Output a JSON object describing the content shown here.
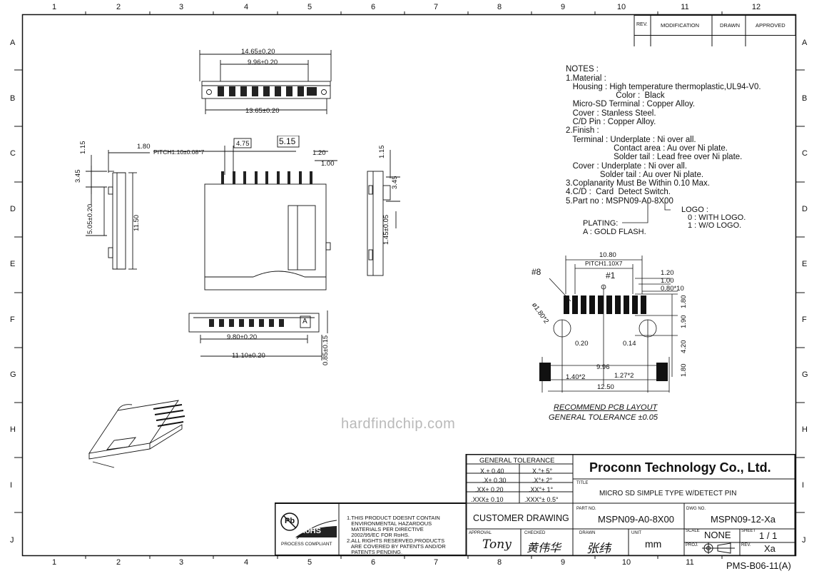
{
  "zones": {
    "columns": [
      "1",
      "2",
      "3",
      "4",
      "5",
      "6",
      "7",
      "8",
      "9",
      "10",
      "11",
      "12"
    ],
    "rows": [
      "A",
      "B",
      "C",
      "D",
      "E",
      "F",
      "G",
      "H",
      "I",
      "J"
    ]
  },
  "revision_table": {
    "rev": "REV.",
    "modification": "MODIFICATION",
    "drawn": "DRAWN",
    "approved": "APPROVED"
  },
  "notes": [
    "NOTES :",
    "1.Material :",
    "   Housing : High temperature thermoplastic,UL94-V0.",
    "                      Color :  Black",
    "   Micro-SD Terminal : Copper Alloy.",
    "   Cover : Stanless Steel.",
    "   C/D Pin : Copper Alloy.",
    "2.Finish :",
    "   Terminal : Underplate : Ni over all.",
    "                     Contact area : Au over Ni plate.",
    "                     Solder tail : Lead free over Ni plate.",
    "   Cover : Underplate : Ni over all.",
    "               Solder tail : Au over Ni plate.",
    "3.Coplanarity Must Be Within 0.10 Max.",
    "4.C/D :  Card  Detect Switch.",
    "5.Part no : MSPN09-A0-8X00"
  ],
  "part_callouts": {
    "logo": "LOGO :",
    "logo_0": "0 : WITH LOGO.",
    "logo_1": "1 : W/O LOGO.",
    "plating": "PLATING:",
    "plating_a": "A : GOLD FLASH."
  },
  "dimensions": {
    "top_overall": "14.65±0.20",
    "top_pins": "9.96±0.20",
    "top_body": "13.65±0.20",
    "pitch": "PITCH1.10±0.08*7",
    "d_180": "1.80",
    "d_115": "1.15",
    "d_345": "3.45",
    "d_505": "5.05±0.20",
    "d_1150": "11.50",
    "box_475": "4.75",
    "box_515": "5.15",
    "d_120": "1.20",
    "d_100": "1.00",
    "side_115": "1.15",
    "side_345": "3.45",
    "side_145": "1.45±0.05",
    "front_980": "9.80±0.20",
    "front_1110": "11.10±0.20",
    "front_085": "0.85±0.15",
    "front_a": "A"
  },
  "pcb": {
    "w_1080": "10.80",
    "pitch": "PITCH1.10X7",
    "pin8": "#8",
    "pin1": "#1",
    "hole": "ø1.80*2",
    "d_120": "1.20",
    "d_100": "1.00",
    "d_080": "0.80*10",
    "d_180v": "1.80",
    "d_190": "1.90",
    "d_020": "0.20",
    "d_014": "0.14",
    "d_420": "4.20",
    "d_996": "9.96",
    "d_180b": "1.80",
    "d_140": "1.40*2",
    "d_127": "1.27*2",
    "d_1250": "12.50",
    "title1": "RECOMMEND  PCB  LAYOUT",
    "title2": "GENERAL  TOLERANCE  ±0.05"
  },
  "watermark": "hardfindchip.com",
  "tolerance": {
    "header": "GENERAL TOLERANCE",
    "rows": [
      [
        "X.± 0.40",
        "X.°± 5°"
      ],
      [
        ".X± 0.30",
        ".X°± 2°"
      ],
      [
        ".XX± 0.20",
        ".XX°± 1°"
      ],
      [
        ".XXX± 0.10",
        ".XXX°± 0.5°"
      ]
    ]
  },
  "rohs": {
    "pb": "Pb",
    "rohs": "RoHS",
    "label": "PROCESS COMPLIANT",
    "text": [
      "1.THIS PRODUCT DOESNT CONTAIN",
      "   ENVIRONMENTAL HAZARDOUS",
      "   MATERIALS PER DIRECTIVE",
      "   2002/95/EC FOR RoHS.",
      "2.ALL RIGHTS RESERVED,PRODUCTS",
      "   ARE COVERED BY PATENTS AND/OR",
      "   PATENTS PENDING."
    ]
  },
  "title_block": {
    "company": "Proconn Technology Co., Ltd.",
    "title_label": "TITLE",
    "title": "MICRO SD SIMPLE TYPE   W/DETECT PIN",
    "customer": "CUSTOMER DRAWING",
    "part_label": "PART NO.",
    "part_no": "MSPN09-A0-8X00",
    "dwg_label": "DWG NO.",
    "dwg_no": "MSPN09-12-Xa",
    "approval_label": "APPROVAL",
    "checked_label": "CHECKED",
    "drawn_label": "DRAWN",
    "unit_label": "UNIT",
    "unit": "mm",
    "scale_label": "SCALE",
    "scale": "NONE",
    "sheet_label": "SHEET",
    "sheet": "1  /  1",
    "proj_label": "PROJ.",
    "rev_label": "REV.",
    "rev": "Xa",
    "approval_sig": "Tony",
    "checked_sig": "黄伟华",
    "drawn_sig": "张纬"
  },
  "form_no": "PMS-B06-11(A)"
}
